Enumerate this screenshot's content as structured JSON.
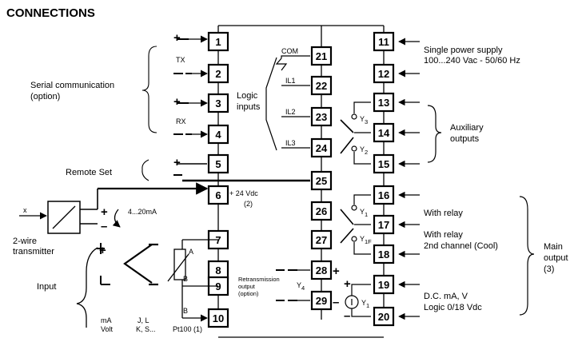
{
  "title": "CONNECTIONS",
  "terminals": {
    "left": [
      "1",
      "2",
      "3",
      "4",
      "5",
      "6",
      "7",
      "8",
      "9",
      "10"
    ],
    "middle": [
      "21",
      "22",
      "23",
      "24",
      "25",
      "26",
      "27",
      "28",
      "29"
    ],
    "right": [
      "11",
      "12",
      "13",
      "14",
      "15",
      "16",
      "17",
      "18",
      "19",
      "20"
    ]
  },
  "labels": {
    "serial_comm": "Serial communication",
    "serial_option": "(option)",
    "tx": "TX",
    "rx": "RX",
    "remote_set": "Remote Set",
    "logic_inputs_1": "Logic",
    "logic_inputs_2": "inputs",
    "com": "COM",
    "il1": "IL1",
    "il2": "IL2",
    "il3": "IL3",
    "supply_1": "Single power supply",
    "supply_2": "100...240 Vac - 50/60 Hz",
    "aux_1": "Auxiliary",
    "aux_2": "outputs",
    "y3": "Y",
    "y3_sub": "3",
    "y2": "Y",
    "y2_sub": "2",
    "vdc24": "+ 24 Vdc",
    "vdc24_note": "(2)",
    "x": "x",
    "ma_range": "4...20mA",
    "tx2wire_1": "2-wire",
    "tx2wire_2": "transmitter",
    "input": "Input",
    "ma": "mA",
    "volt": "Volt",
    "jl": "J, L",
    "ks": "K, S...",
    "pt100": "Pt100 (1)",
    "a": "A",
    "b1": "B",
    "b2": "B",
    "retrans_1": "Retransmission",
    "retrans_2": "output",
    "retrans_3": "(option)",
    "y4": "Y",
    "y4_sub": "4",
    "y1": "Y",
    "y1_sub": "1",
    "y1f": "Y",
    "y1f_sub": "1F",
    "y1b": "Y",
    "y1b_sub": "1",
    "with_relay": "With relay",
    "with_relay_2": "With relay",
    "second_channel": "2nd channel (Cool)",
    "dc_ma": "D.C. mA, V",
    "logic_018": "Logic 0/18 Vdc",
    "main_1": "Main",
    "main_2": "output",
    "main_3": "(3)"
  }
}
